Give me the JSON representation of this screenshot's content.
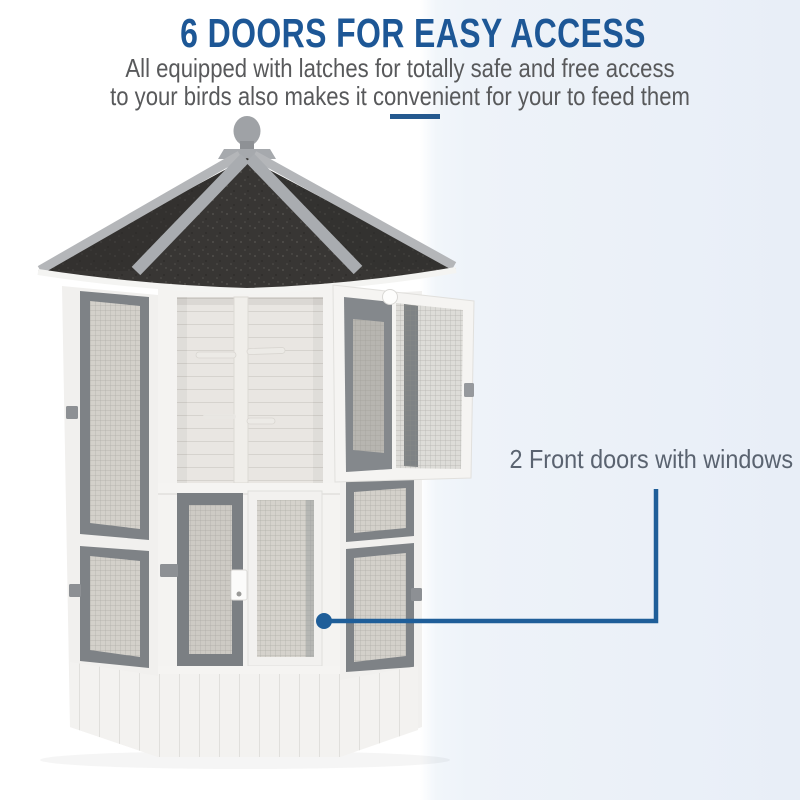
{
  "header": {
    "title": "6 DOORS FOR EASY ACCESS",
    "subtitle_line1": "All equipped with latches for totally safe and free access",
    "subtitle_line2": "to your birds also makes it convenient for your to feed them"
  },
  "callout": {
    "label": "2 Front doors with windows"
  },
  "colors": {
    "title_blue": "#1d5796",
    "callout_blue": "#1f5e99",
    "accent_dash_blue": "#24598f",
    "subtitle_gray": "#58595b",
    "label_gray": "#5a6370",
    "background_tint": "#e8eef7",
    "roof_dark": "#383634",
    "roof_beam_gray": "#aeb1b5",
    "panel_frame_gray": "#7e8286",
    "wood_white": "#f2f1ef"
  }
}
